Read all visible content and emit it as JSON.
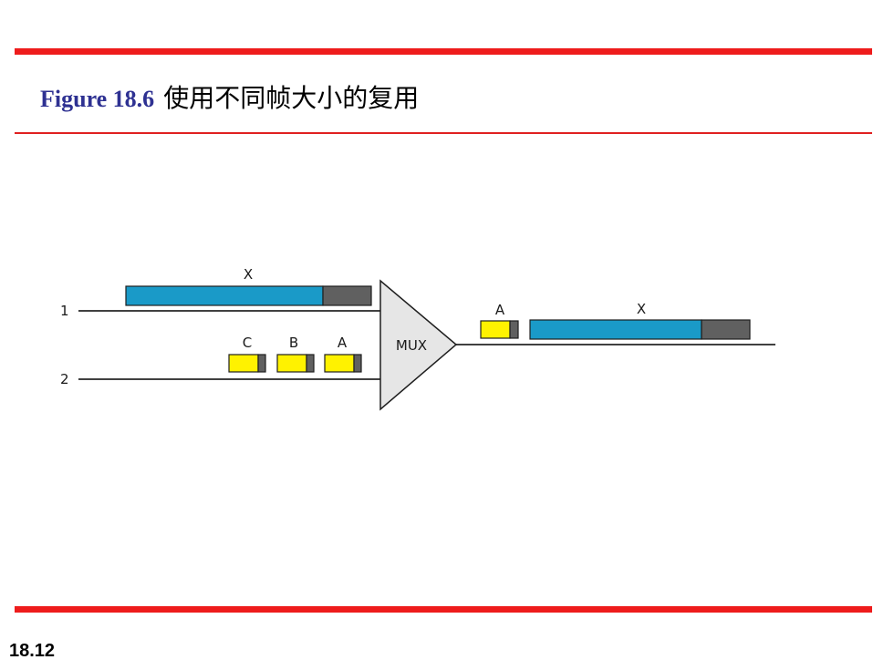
{
  "slide": {
    "title_label": "Figure 18.6",
    "title_text": "使用不同帧大小的复用",
    "page_number": "18.12"
  },
  "diagram": {
    "mux_label": "MUX",
    "input_lines": [
      {
        "label": "1"
      },
      {
        "label": "2"
      }
    ],
    "input_frames": {
      "line1": [
        {
          "label": "X",
          "size": "large"
        }
      ],
      "line2": [
        {
          "label": "C",
          "size": "small"
        },
        {
          "label": "B",
          "size": "small"
        },
        {
          "label": "A",
          "size": "small"
        }
      ]
    },
    "output_frames": [
      {
        "label": "A",
        "size": "small"
      },
      {
        "label": "X",
        "size": "large"
      }
    ]
  },
  "colors": {
    "rule": "#ee1c1c",
    "title_label": "#2e3192",
    "large_frame": "#1a9ac8",
    "small_frame": "#fff200",
    "frame_header": "#606060",
    "mux_fill": "#e6e6e6"
  }
}
